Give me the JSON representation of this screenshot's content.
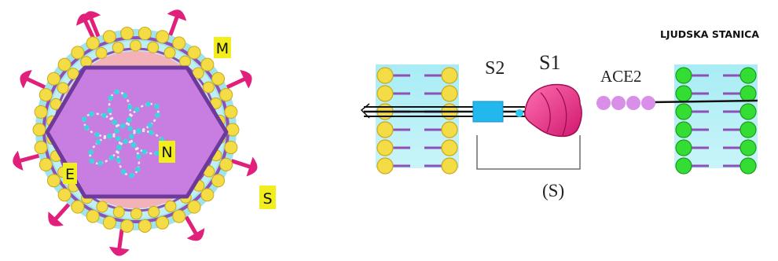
{
  "virion": {
    "labels": {
      "M": "M",
      "N": "N",
      "E": "E",
      "S": "S"
    }
  },
  "binding": {
    "cell_title": "LJUDSKA STANICA",
    "s2": "S2",
    "s1": "S1",
    "ace2": "ACE2",
    "spike": "(S)"
  },
  "colors": {
    "label_highlight": "#f2ee1e",
    "bead_yellow": "#f3dc45",
    "bead_green": "#33dd33",
    "membrane_purple": "#8e4fb7",
    "spike_magenta": "#e0207a",
    "ace2_lilac": "#d98ee8",
    "s2_cyan": "#22b8ee",
    "core_violet": "#c87ee0",
    "rna_cyan": "#3dd4e0"
  }
}
